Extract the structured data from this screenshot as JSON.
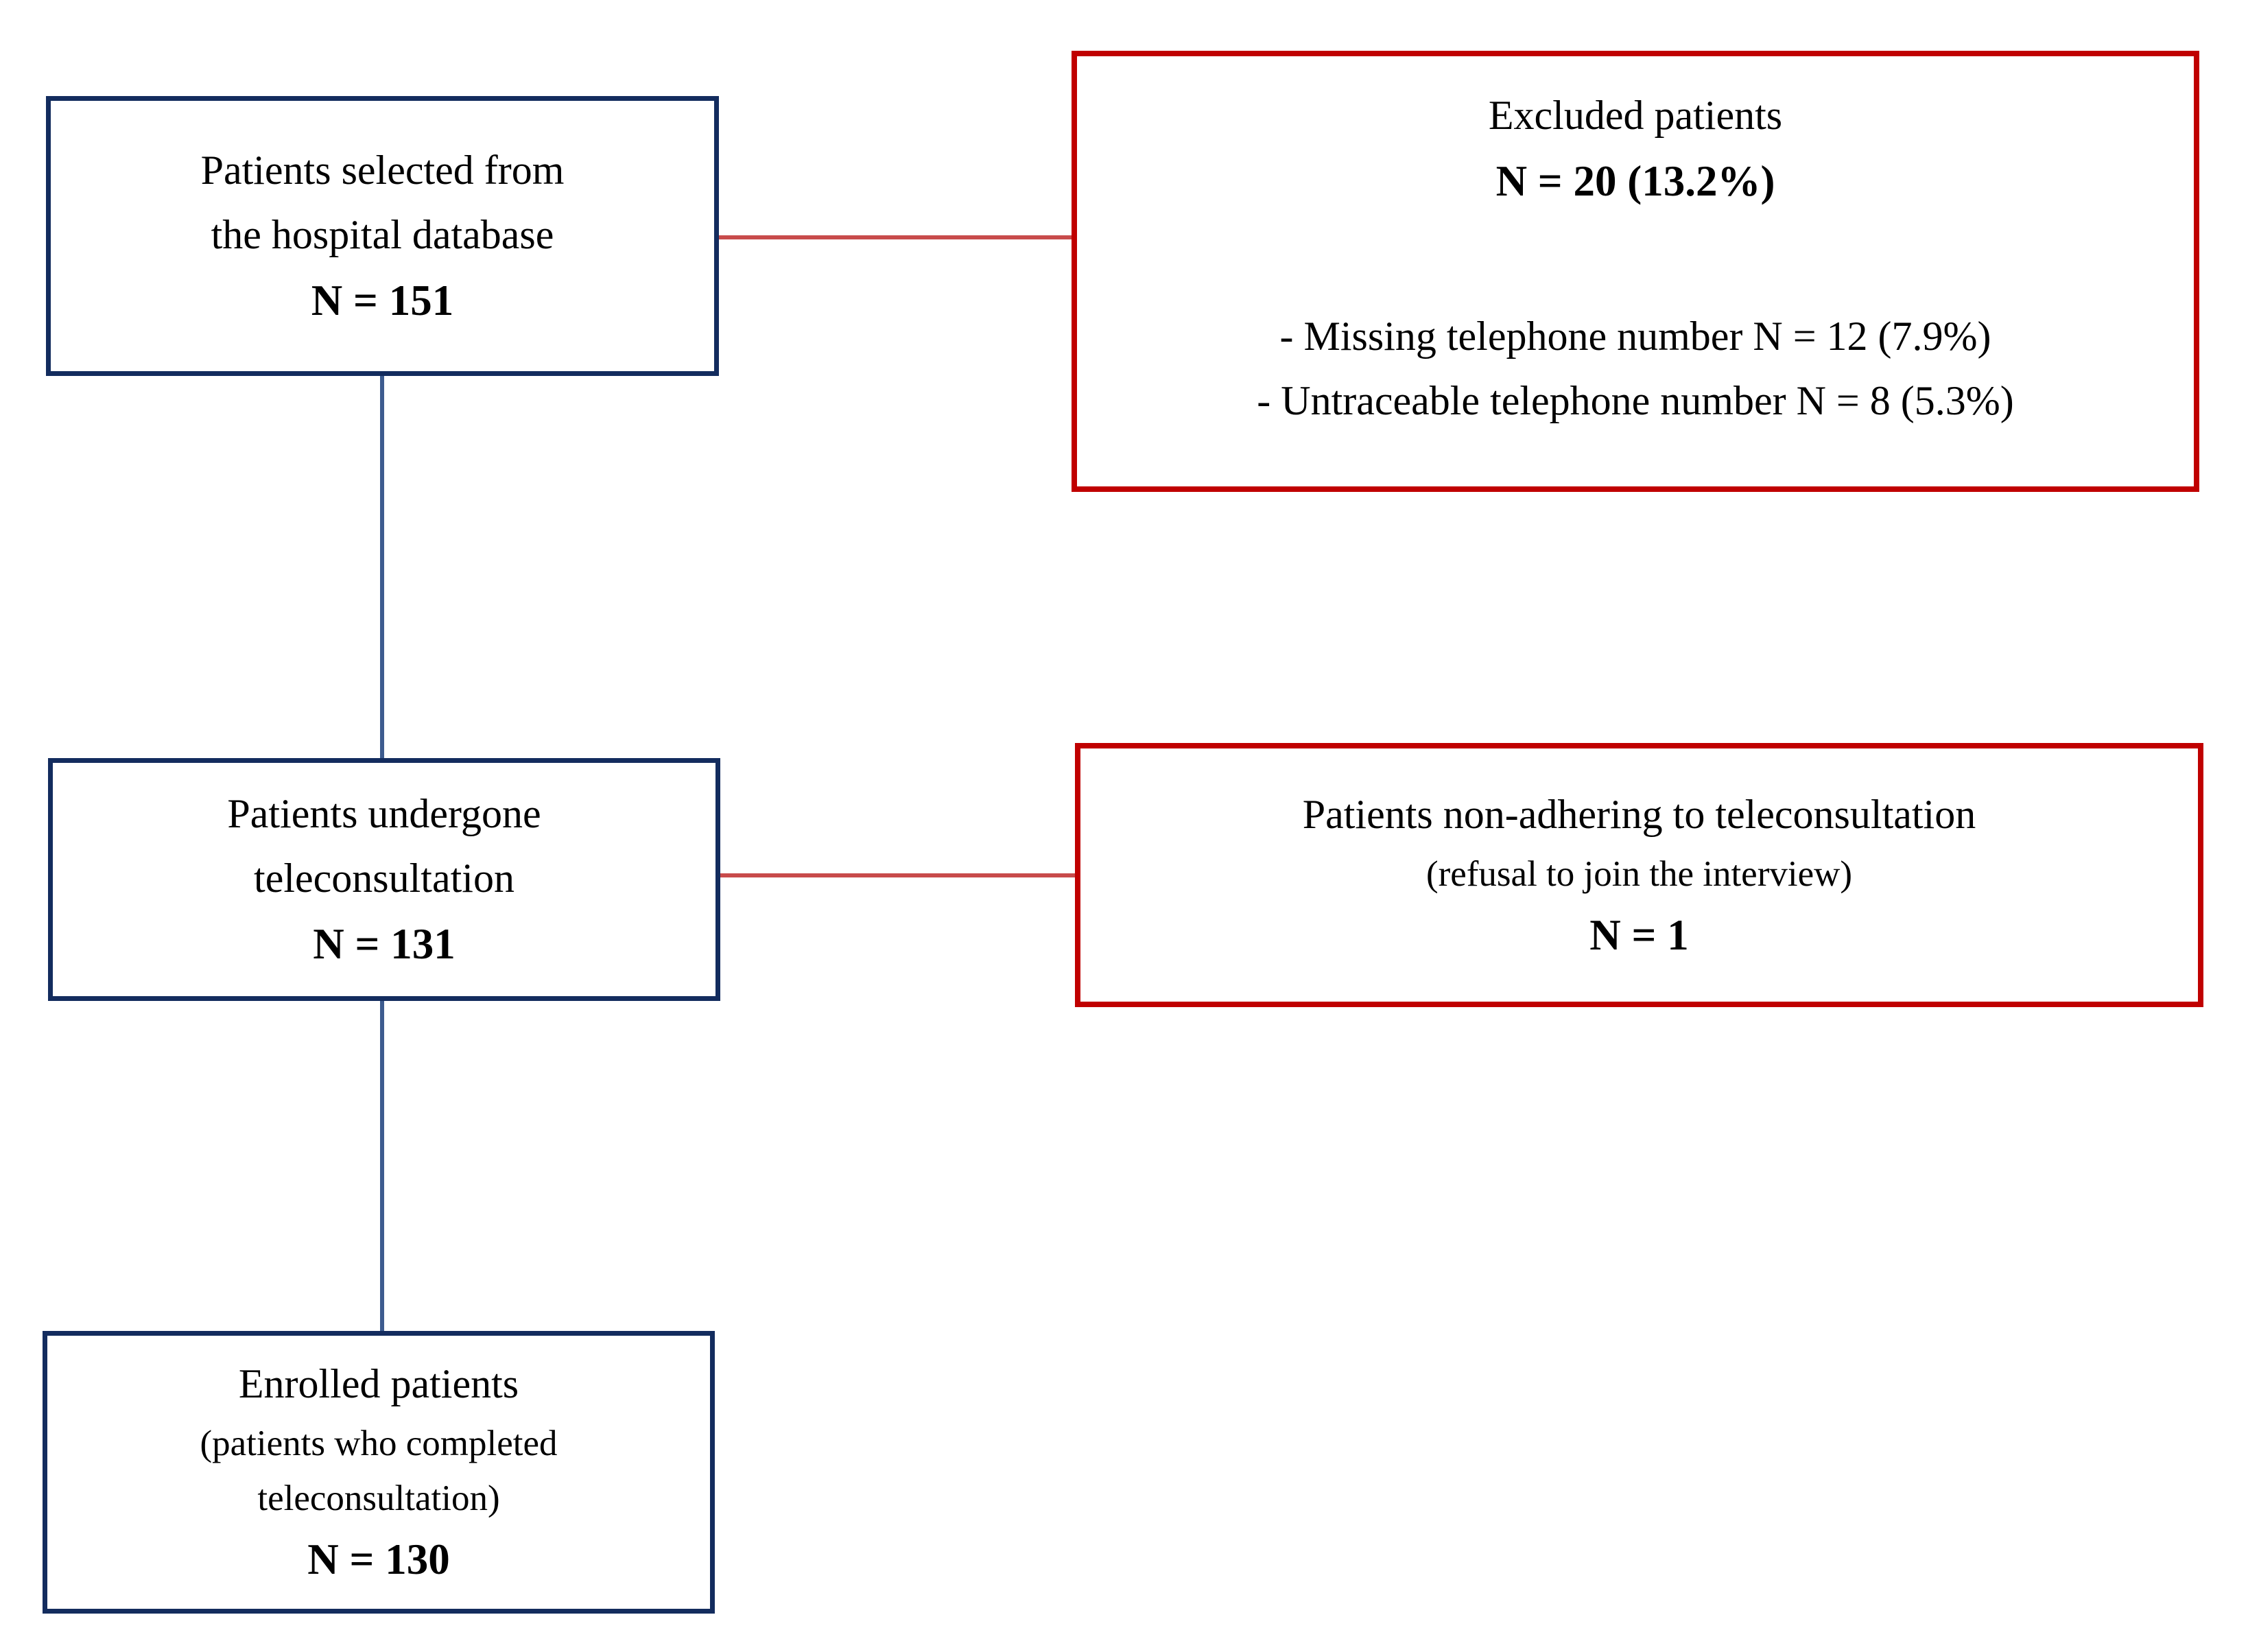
{
  "figure": {
    "boxes": {
      "selected": {
        "line1": "Patients selected from",
        "line2": "the hospital database",
        "count": "N = 151"
      },
      "excluded": {
        "title": "Excluded patients",
        "count": "N = 20 (13.2%)",
        "bullet1": "- Missing telephone number N = 12 (7.9%)",
        "bullet2": "- Untraceable telephone number N = 8 (5.3%)"
      },
      "undergone": {
        "line1": "Patients undergone",
        "line2": "teleconsultation",
        "count": "N = 131"
      },
      "non_adhering": {
        "title": "Patients non-adhering to teleconsultation",
        "subtitle": "(refusal to join the interview)",
        "count": "N = 1"
      },
      "enrolled": {
        "title": "Enrolled patients",
        "subtitle1": "(patients who completed",
        "subtitle2": "teleconsultation)",
        "count": "N = 130"
      }
    },
    "colors": {
      "box_border_blue": "#132c5e",
      "box_border_red": "#c00000",
      "line_blue": "#3d5c8f",
      "line_red": "#c84b4b",
      "text": "#000000",
      "background": "#ffffff"
    }
  }
}
